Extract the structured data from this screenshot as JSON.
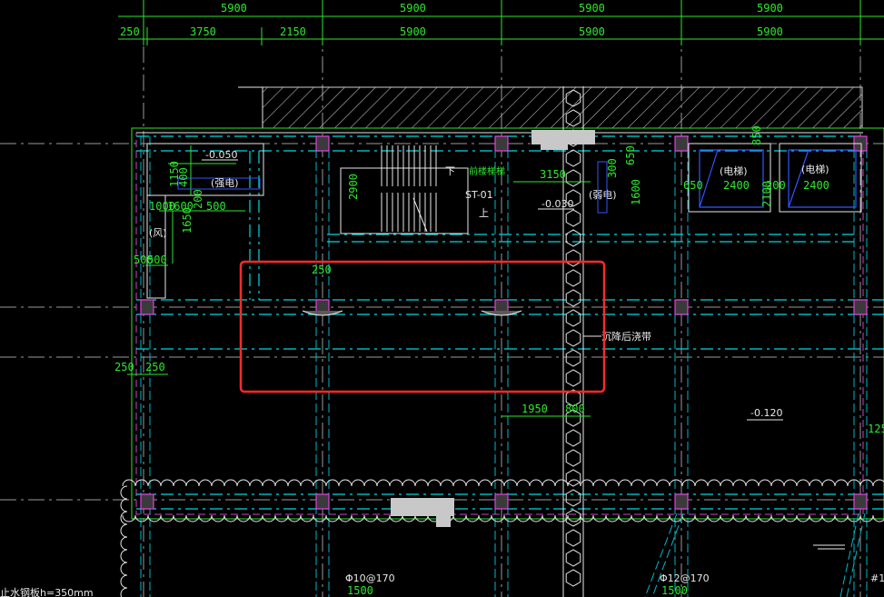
{
  "top_dims_row1": [
    "5900",
    "5900",
    "5900",
    "5900"
  ],
  "top_dims_row2": [
    "250",
    "3750",
    "2150",
    "5900",
    "5900",
    "5900"
  ],
  "room_dims": {
    "elevator_room_left": [
      "1150",
      "400",
      "200",
      "1000",
      "1600",
      "500",
      "1650",
      "500",
      "500"
    ],
    "stair": [
      "2900"
    ],
    "center": [
      "3150",
      "300",
      "1600",
      "650"
    ],
    "right_elevators": [
      "650",
      "2400",
      "200",
      "2400",
      "850",
      "2100"
    ],
    "left_lower": [
      "250",
      "250"
    ],
    "middle_lower": [
      "1950",
      "800"
    ],
    "column_top": [
      "250"
    ],
    "right_edge": [
      "125"
    ]
  },
  "labels": {
    "elev_strong": "(强电)",
    "wind": "(风)",
    "weak": "(弱电)",
    "down": "下",
    "up": "上",
    "stair_name": "ST-01",
    "stair_note": "前楼梯梯",
    "elevator1": "(电梯)",
    "elevator2": "(电梯)",
    "post_pour": "沉降后浇带",
    "note_bottom": "止水钢板h=350mm",
    "rebar1": "Φ10@170",
    "rebar2": "Φ12@170",
    "rebar_dim1": "1500",
    "rebar_dim2": "1500",
    "corner": "#1"
  },
  "elevations": [
    "-0.050",
    "-0.030",
    "-0.120"
  ],
  "colors": {
    "dimension": "#2ee62e",
    "beam": "#00d8e0",
    "column_outline": "#e040e0",
    "highlight": "#ff2a2a",
    "hatch": "#d0d0d0",
    "elevator": "#3355ff"
  }
}
